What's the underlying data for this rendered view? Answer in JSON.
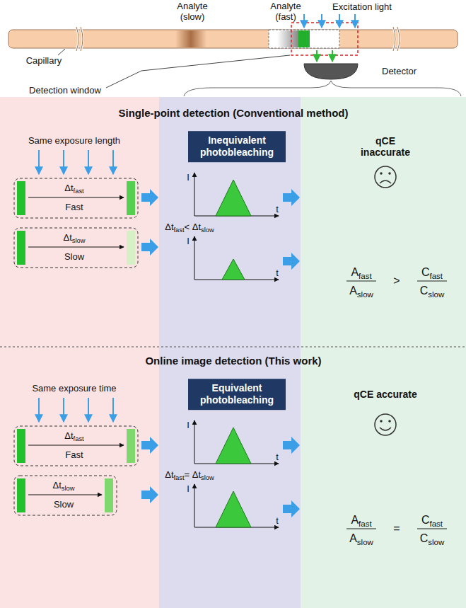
{
  "diagram": {
    "nodes": [
      {
        "text": [
          "Inequivalent photobleaching"
        ]
      },
      {
        "text": [
          "Equivalent photobleaching"
        ]
      }
    ],
    "labels": [
      "Analyte (slow)",
      "Analyte (fast)",
      "Excitation light",
      "Capillary",
      "Detection window",
      "Detector",
      "Single-point detection (Conventional method)",
      "Same exposure length",
      "Δt",
      "fast",
      "Fast",
      "Δt",
      "slow",
      "Slow",
      "Δt",
      "fast",
      "< Δt",
      "slow",
      "I",
      "t",
      "I",
      "t",
      "qCE inaccurate",
      "A",
      "fast",
      "A",
      "slow",
      ">",
      "C",
      "fast",
      "C",
      "slow",
      "Online image detection (This work)",
      "Same exposure time",
      "Δt",
      "fast",
      "Fast",
      "Δt",
      "slow",
      "Slow",
      "Δt",
      "fast",
      "= Δt",
      "slow",
      "I",
      "t",
      "I",
      "t",
      "qCE accurate",
      "A",
      "fast",
      "A",
      "slow",
      "=",
      "C",
      "fast",
      "C",
      "slow"
    ]
  }
}
